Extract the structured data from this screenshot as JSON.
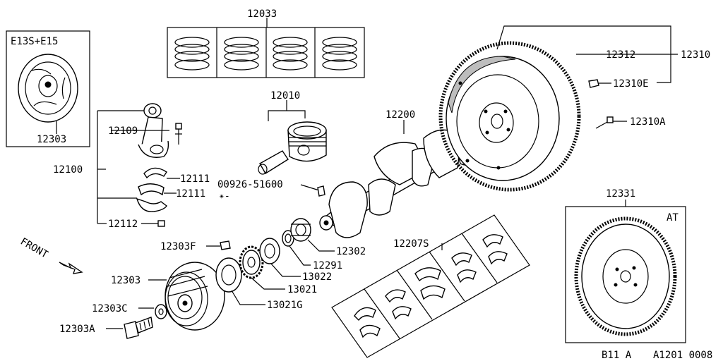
{
  "labels": {
    "p12033": "12033",
    "e13s": "E13S+E15",
    "p12303_inset": "12303",
    "p12010": "12010",
    "p12200": "12200",
    "p12312": "12312",
    "p12310": "12310",
    "p12310e": "12310E",
    "p12310a": "12310A",
    "p12109": "12109",
    "p12100": "12100",
    "p12111a": "12111",
    "p12111b": "12111",
    "p12112": "12112",
    "p00926": "00926-51600",
    "p00926_note": "✴-",
    "front": "FRONT",
    "p12303f": "12303F",
    "p12303": "12303",
    "p12303c": "12303C",
    "p12303a": "12303A",
    "p12302": "12302",
    "p12291": "12291",
    "p13022": "13022",
    "p13021": "13021",
    "p13021g": "13021G",
    "p12207s": "12207S",
    "p12331": "12331",
    "at": "AT",
    "footer_left": "B11 A",
    "footer_right": "A1201 0008"
  }
}
